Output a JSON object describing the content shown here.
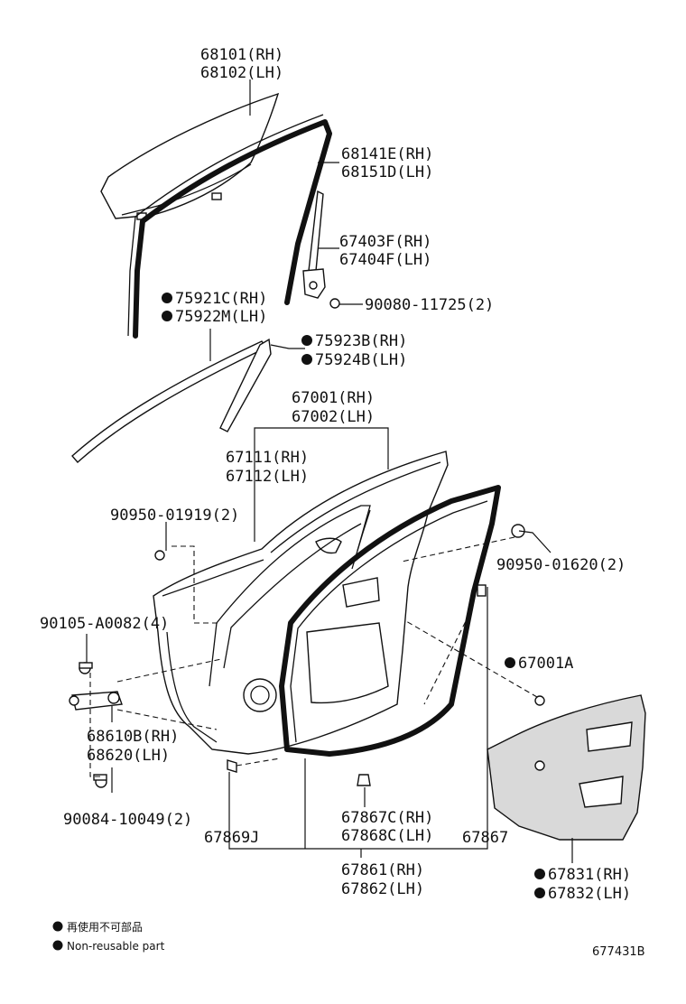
{
  "labels": {
    "p68101": "68101(RH)",
    "p68102": "68102(LH)",
    "p68141": "68141E(RH)",
    "p68151": "68151D(LH)",
    "p67403": "67403F(RH)",
    "p67404": "67404F(LH)",
    "p75921": "75921C(RH)",
    "p75922": "75922M(LH)",
    "p90080": "90080-11725(2)",
    "p75923": "75923B(RH)",
    "p75924": "75924B(LH)",
    "p67001": "67001(RH)",
    "p67002": "67002(LH)",
    "p67111": "67111(RH)",
    "p67112": "67112(LH)",
    "p90950a": "90950-01919(2)",
    "p90950b": "90950-01620(2)",
    "p90105": "90105-A0082(4)",
    "p67001a": "67001A",
    "p68610": "68610B(RH)",
    "p68620": "68620(LH)",
    "p90084": "90084-10049(2)",
    "p67867c": "67867C(RH)",
    "p67868c": "67868C(LH)",
    "p67869": "67869J",
    "p67867": "67867",
    "p67861": "67861(RH)",
    "p67862": "67862(LH)",
    "p67831": "67831(RH)",
    "p67832": "67832(LH)"
  },
  "legend": {
    "jp": "再使用不可部品",
    "en": "Non-reusable part"
  },
  "ref_code": "677431B"
}
